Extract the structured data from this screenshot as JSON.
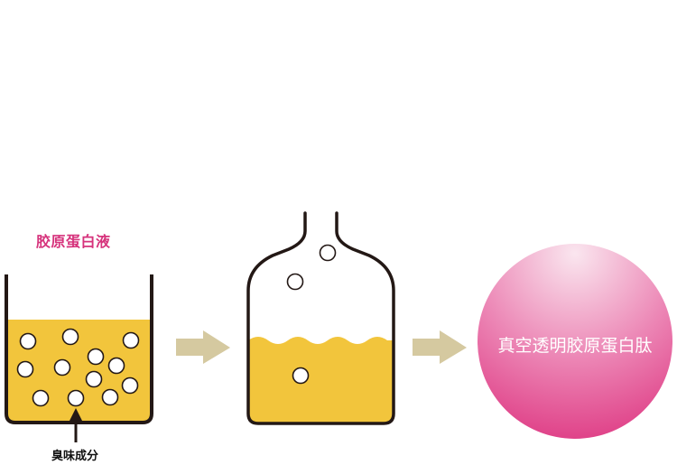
{
  "labels": {
    "collagen_solution": "胶原蛋白液",
    "odor_component": "臭味成分",
    "product": "真空透明胶原蛋白肽"
  },
  "colors": {
    "liquid": "#F2C53C",
    "outline": "#231815",
    "arrow": "#D5C9A0",
    "accent_pink": "#D6337C",
    "sphere_dark": "#DF3E86",
    "sphere_light": "#FAE6EF"
  }
}
